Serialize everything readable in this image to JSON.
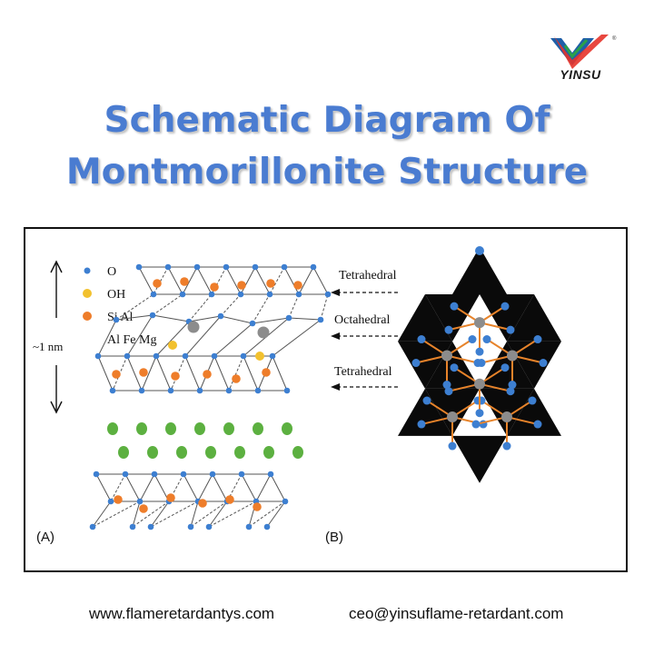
{
  "brand": {
    "name": "YINSU",
    "registered": "®"
  },
  "title": {
    "line1": "Schematic Diagram Of",
    "line2": "Montmorillonite Structure"
  },
  "panel_a": {
    "label": "(A)",
    "legend": [
      "O",
      "OH",
      "Si Al",
      "Al Fe Mg"
    ],
    "scale": "~1 nm",
    "layers": [
      "Tetrahedral",
      "Octahedral",
      "Tetrahedral"
    ]
  },
  "panel_b": {
    "label": "(B)"
  },
  "footer": {
    "website": "www.flameretardantys.com",
    "email": "ceo@yinsuflame-retardant.com"
  },
  "colors": {
    "title": "#4a7cd1",
    "oxygen": "#3d7fd1",
    "hydroxyl": "#f2c12e",
    "si_al": "#ee7d2a",
    "interlayer_cation": "#5cb040",
    "octahedral_cation": "#8c8c8c",
    "bond": "#e7832a"
  }
}
